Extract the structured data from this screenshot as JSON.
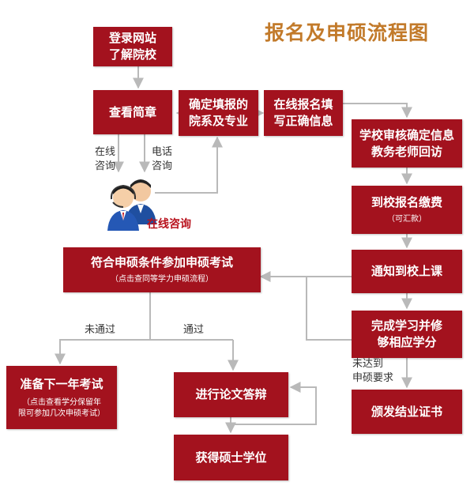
{
  "title": "报名及申硕流程图",
  "colors": {
    "box": "#a3121e",
    "line": "#b9b9b9",
    "title": "#c27a2a"
  },
  "boxes": {
    "login": [
      "登录网站",
      "了解院校"
    ],
    "brochure": [
      "查看简章"
    ],
    "choose": [
      "确定填报的",
      "院系及专业"
    ],
    "apply": [
      "在线报名填",
      "写正确信息"
    ],
    "review": [
      "学校审核确定信息",
      "教务老师回访"
    ],
    "pay": {
      "line": "到校报名缴费",
      "sub": "（可汇款）"
    },
    "notify": [
      "通知到校上课"
    ],
    "complete": [
      "完成学习并修",
      "够相应学分"
    ],
    "exam": {
      "line": "符合申硕条件参加申硕考试",
      "sub": "（点击查同等学力申硕流程）"
    },
    "next_year": {
      "line": "准备下一年考试",
      "sub1": "（点击查看学分保留年",
      "sub2": "限可参加几次申硕考试）"
    },
    "defense": [
      "进行论文答辩"
    ],
    "degree": [
      "获得硕士学位"
    ],
    "certificate": [
      "颁发结业证书"
    ]
  },
  "labels": {
    "online_consult": [
      "在线",
      "咨询"
    ],
    "phone_consult": [
      "电话",
      "咨询"
    ],
    "online_consult_icon": "在线咨询",
    "not_passed": "未通过",
    "passed": "通过",
    "not_reached": [
      "未达到",
      "申硕要求"
    ]
  },
  "icons": {
    "consult_avatar": "customer-service-avatar-icon"
  }
}
